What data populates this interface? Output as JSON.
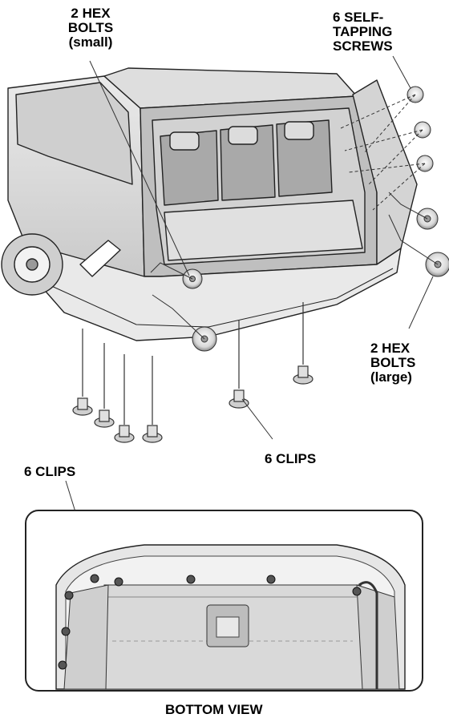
{
  "labels": {
    "hex_bolts_small": [
      "2 HEX",
      "BOLTS",
      "(small)"
    ],
    "self_tapping_screws": [
      "6 SELF-",
      "TAPPING",
      "SCREWS"
    ],
    "hex_bolts_large": [
      "2 HEX",
      "BOLTS",
      "(large)"
    ],
    "clips_bumper": "6 CLIPS",
    "clips_bottom": "6 CLIPS",
    "bottom_view": "BOTTOM VIEW"
  },
  "colors": {
    "line": "#222222",
    "body_fill": "#e4e4e4",
    "body_dark": "#b8b8b8",
    "interior_fill": "#d2d2d2"
  }
}
